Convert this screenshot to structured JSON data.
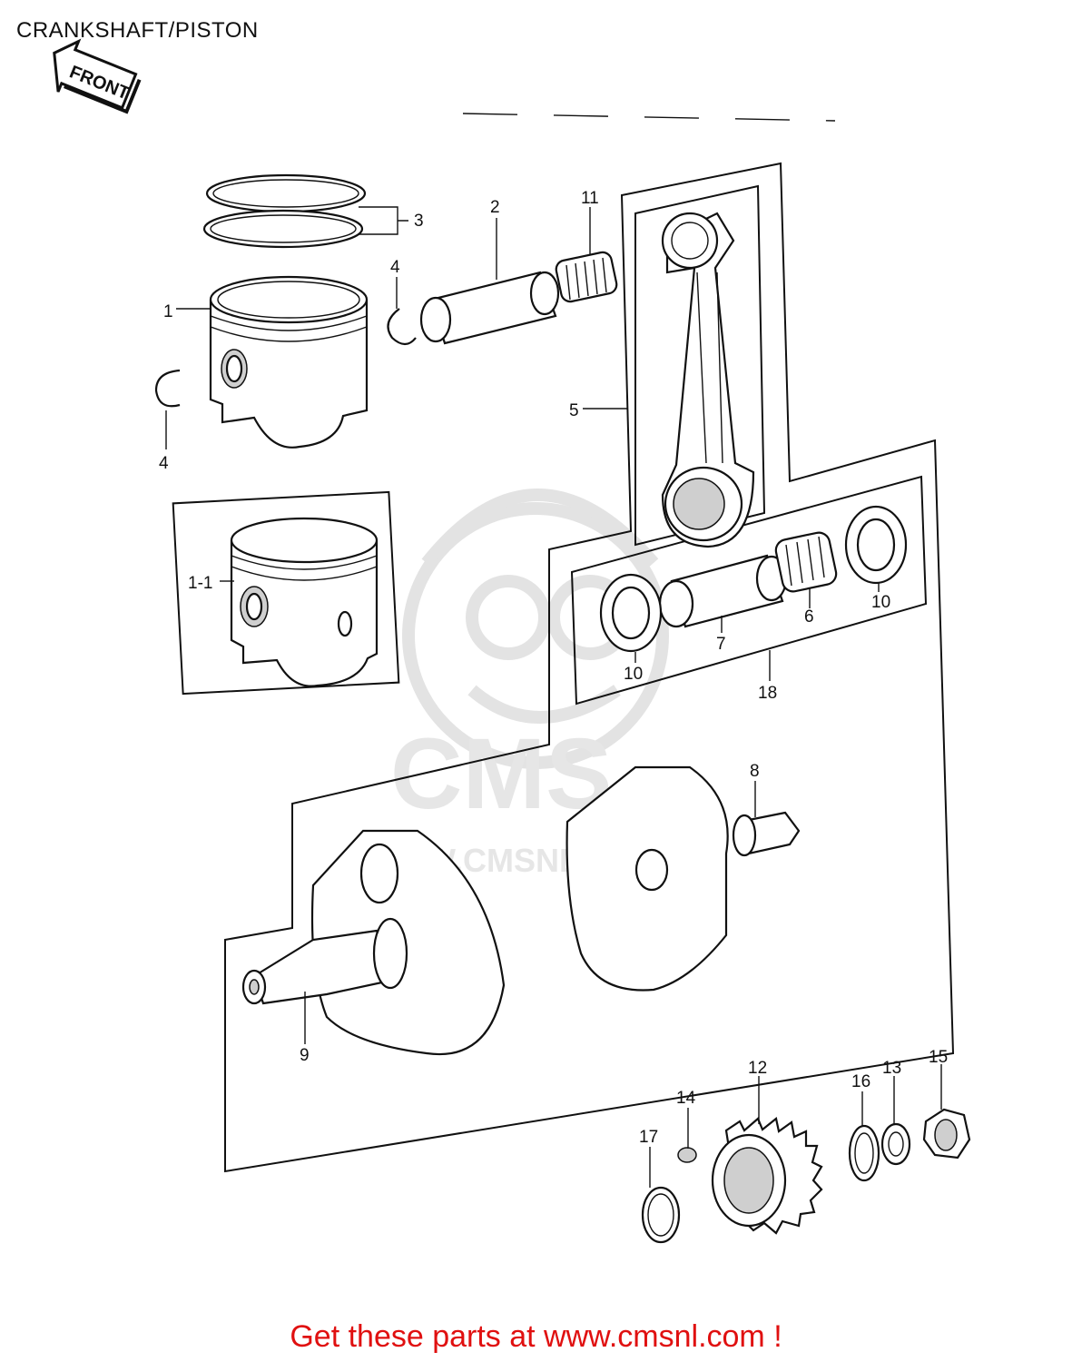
{
  "page": {
    "title": "CRANKSHAFT/PISTON",
    "front_label": "FRONT",
    "watermark_brand": "CMS",
    "watermark_url": "WWW.CMSNL.COM",
    "footer_link": "Get these parts at www.cmsnl.com !"
  },
  "callouts": {
    "c1": "1",
    "c1_1": "1-1",
    "c2": "2",
    "c3": "3",
    "c4a": "4",
    "c4b": "4",
    "c5": "5",
    "c6": "6",
    "c7": "7",
    "c8": "8",
    "c9": "9",
    "c10a": "10",
    "c10b": "10",
    "c11": "11",
    "c12": "12",
    "c13": "13",
    "c14": "14",
    "c15": "15",
    "c16": "16",
    "c17": "17",
    "c18": "18"
  },
  "colors": {
    "line": "#111111",
    "footer_link": "#e01010",
    "watermark": "#e3e3e3"
  }
}
